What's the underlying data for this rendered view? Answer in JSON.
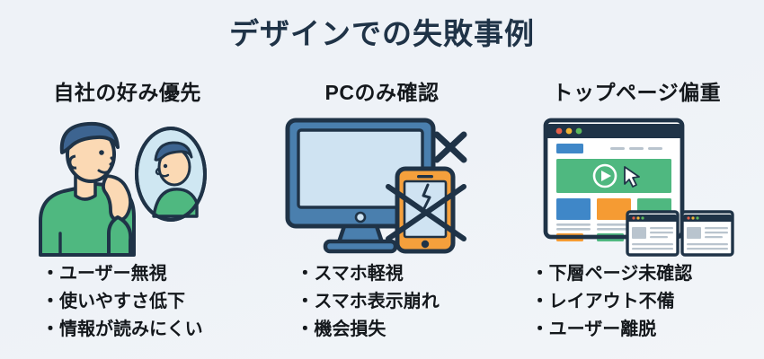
{
  "page": {
    "title": "デザインでの失敗事例",
    "background_color": "#eef2f7",
    "title_color": "#1f3347",
    "text_color": "#14181c"
  },
  "columns": [
    {
      "heading": "自社の好み優先",
      "illustration": "person-looking-in-mirror",
      "illustration_colors": {
        "hair": "#3d6490",
        "skin": "#fbd9b4",
        "shirt": "#4fb880",
        "mirror_glass": "#cfe7f2",
        "outline": "#1f3347"
      },
      "bullets": [
        "・ユーザー無視",
        "・使いやすさ低下",
        "・情報が読みにくい"
      ]
    },
    {
      "heading": "PCのみ確認",
      "illustration": "desktop-monitor-with-crossed-out-phone",
      "illustration_colors": {
        "monitor_frame": "#4a7fae",
        "monitor_screen": "#cfe3f2",
        "phone_body": "#f5a03c",
        "phone_screen": "#cfe3f2",
        "cross_mark": "#1f3347",
        "outline": "#1f3347"
      },
      "bullets": [
        "・スマホ軽視",
        "・スマホ表示崩れ",
        "・機会損失"
      ]
    },
    {
      "heading": "トップページ偏重",
      "illustration": "browser-window-with-subpages",
      "illustration_colors": {
        "chrome": "#1f3347",
        "hero": "#4fb880",
        "block_blue": "#3f87c8",
        "block_orange": "#f59b33",
        "block_green": "#4fb880",
        "dot_red": "#e4604a",
        "dot_yellow": "#f0b335",
        "dot_green": "#5cb85c",
        "line_grey": "#b9c4ce"
      },
      "bullets": [
        "・下層ページ未確認",
        "・レイアウト不備",
        "・ユーザー離脱"
      ]
    }
  ]
}
